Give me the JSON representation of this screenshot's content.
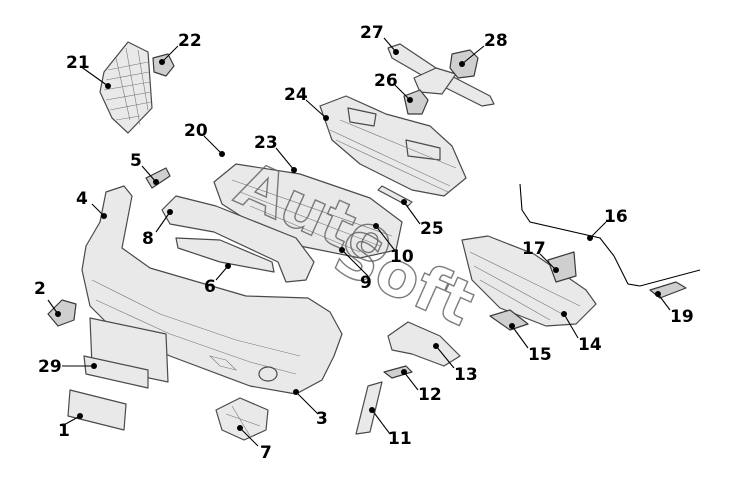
{
  "diagram": {
    "type": "exploded-parts-diagram",
    "callouts": [
      "1",
      "2",
      "3",
      "4",
      "5",
      "6",
      "7",
      "8",
      "9",
      "10",
      "11",
      "12",
      "13",
      "14",
      "15",
      "16",
      "17",
      "19",
      "20",
      "21",
      "22",
      "23",
      "24",
      "25",
      "26",
      "27",
      "28",
      "29"
    ]
  },
  "watermark": {
    "line1": "Auto",
    "line2": "Soft"
  },
  "colors": {
    "line": "#000000",
    "part_fill": "#e9e9e9",
    "watermark": "#666666"
  }
}
